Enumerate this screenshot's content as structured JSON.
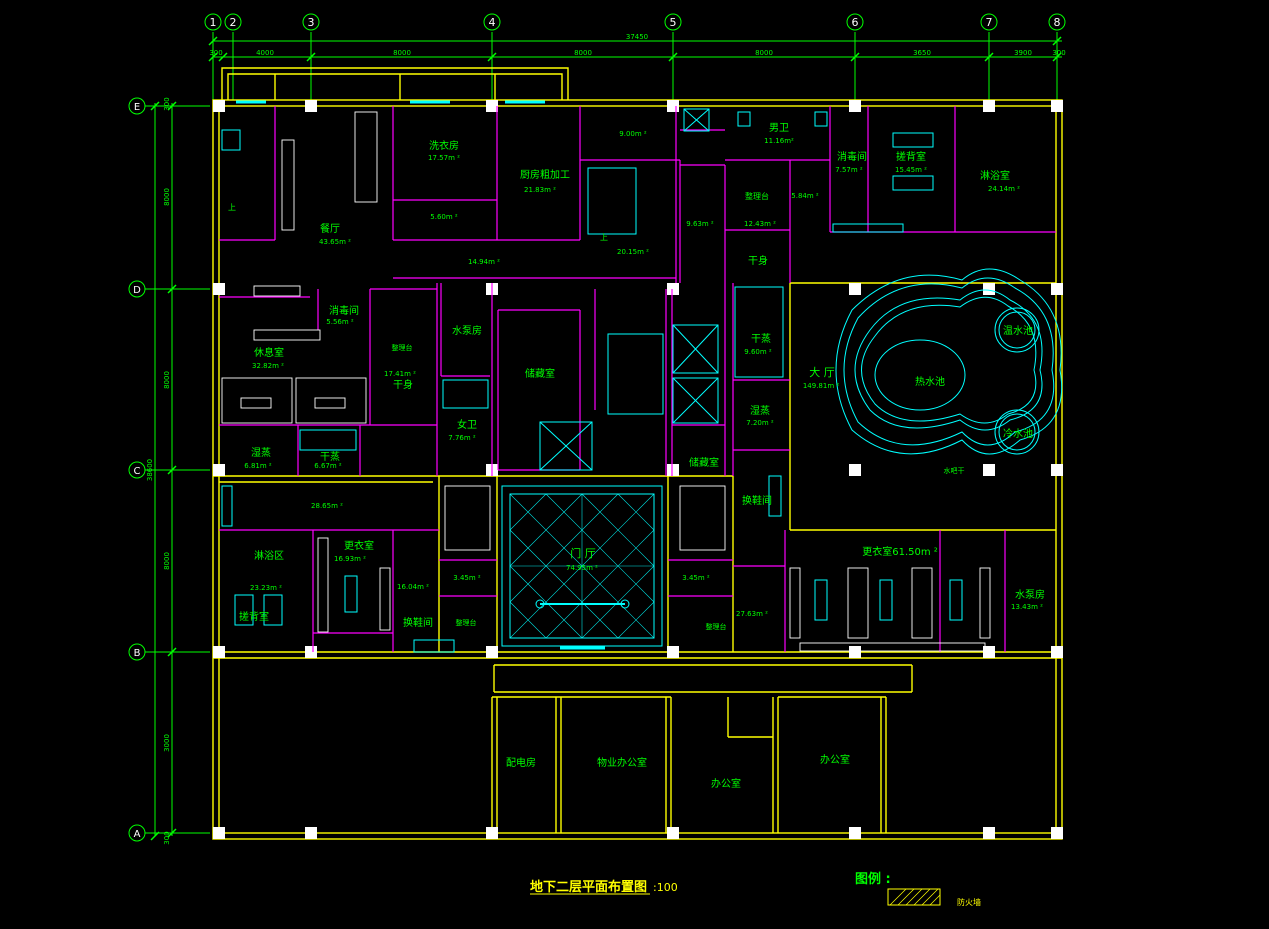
{
  "drawing": {
    "title": "地下二层平面布置图",
    "scale": ":100",
    "legend_title": "图例 :",
    "legend_item": "防火墙"
  },
  "dimensions": {
    "overall": "37450",
    "top": [
      "300",
      "4000",
      "8000",
      "8000",
      "8000",
      "3650",
      "3900",
      "300"
    ],
    "left": [
      "300",
      "8000",
      "8000",
      "8000",
      "3000",
      "300"
    ],
    "left_extra": "38600"
  },
  "grid": {
    "columns": [
      "1",
      "2",
      "3",
      "4",
      "5",
      "6",
      "7",
      "8"
    ],
    "rows": [
      "E",
      "D",
      "C",
      "B",
      "A"
    ]
  },
  "rooms": {
    "laundry": {
      "name": "洗衣房",
      "area": "17.57m ²"
    },
    "kitchen": {
      "name": "厨房粗加工",
      "area": "21.83m ²"
    },
    "dining": {
      "name": "餐厅",
      "area": "43.65m ²"
    },
    "r9": "9.00m ²",
    "mens": {
      "name": "男卫",
      "area": "11.16m²"
    },
    "disinfect1": {
      "name": "消毒间",
      "area": "7.57m ²"
    },
    "massage1": {
      "name": "搓背室",
      "area": "15.45m ²"
    },
    "shower1": {
      "name": "淋浴室",
      "area": "24.14m ²"
    },
    "r560": "5.60m ²",
    "r1494": "14.94m ²",
    "r2015": "20.15m ²",
    "r963": "9.63m ²",
    "manage1": {
      "name": "整理台",
      "area": "12.43m ²"
    },
    "r584": "5.84m ²",
    "dry1": "干身",
    "disinfect2": {
      "name": "消毒间",
      "area": "5.56m ²"
    },
    "lounge": {
      "name": "休息室",
      "area": "32.82m ²"
    },
    "manage2": "整理台",
    "dry2": {
      "name": "干身",
      "area": "17.41m ²"
    },
    "pump1": "水泵房",
    "storage1": "储藏室",
    "sauna_dry": {
      "name": "干蒸",
      "area": "9.60m ²"
    },
    "hall": {
      "name": "大 厅",
      "area": "149.81m ²"
    },
    "hot_pool": "热水池",
    "warm_pool": "温水池",
    "cold_pool": "冷水池",
    "sauna_wet": {
      "name": "湿蒸",
      "area": "7.20m ²"
    },
    "wet2": {
      "name": "湿蒸",
      "area": "6.81m ²"
    },
    "dry3": {
      "name": "干蒸",
      "area": "6.67m ²"
    },
    "womens": {
      "name": "女卫",
      "area": "7.76m ²"
    },
    "storage2": "储藏室",
    "water_dryer": "水吧干",
    "r2865": "28.65m ²",
    "shoe1": "换鞋间",
    "shower2": {
      "name": "淋浴区",
      "area": "23.23m ²"
    },
    "locker1": {
      "name": "更衣室",
      "area": "16.93m ²"
    },
    "massage2": "搓背室",
    "r1604": "16.04m ²",
    "shoe2": "换鞋间",
    "manage3": "整理台",
    "r345a": "3.45m ²",
    "lobby": {
      "name": "门 厅",
      "area": "74.95m ²"
    },
    "r345b": "3.45m ²",
    "manage4": "整理台",
    "r2763": "27.63m ²",
    "locker2": "更衣室61.50m ²",
    "pump2": {
      "name": "水泵房",
      "area": "13.43m ²"
    },
    "power": "配电房",
    "property": "物业办公室",
    "office1": "办公室",
    "office2": "办公室",
    "up1": "上",
    "up2": "上"
  },
  "colors": {
    "background": "#000000",
    "wall": "#ffff00",
    "partition": "#ff00ff",
    "fixture": "#00ffff",
    "furniture": "#ffffff",
    "text": "#00ff00",
    "dimension": "#00ff00"
  }
}
